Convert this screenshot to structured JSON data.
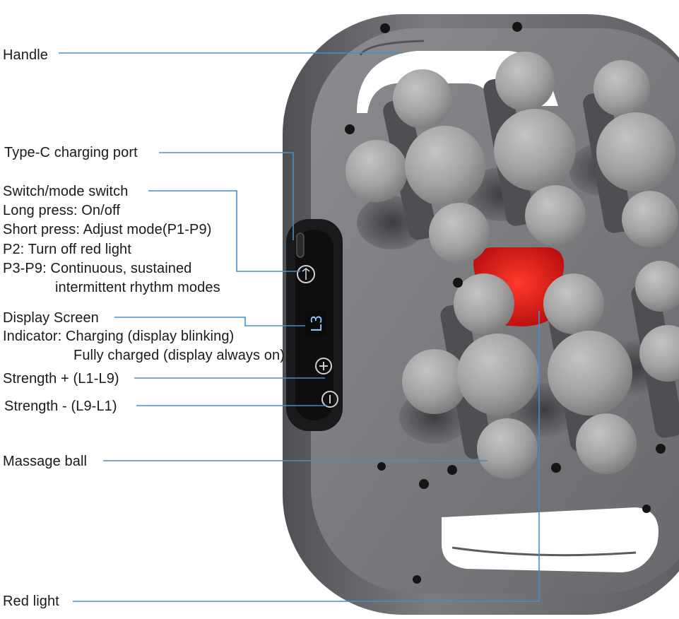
{
  "labels": {
    "handle": "Handle",
    "charging_port": "Type-C charging port",
    "switch_title": "Switch/mode switch",
    "long_press": "Long press: On/off",
    "short_press": "Short press: Adjust mode(P1-P9)",
    "p2": "P2: Turn off red light",
    "p3_p9": "P3-P9: Continuous, sustained",
    "p3_p9_cont": "intermittent rhythm modes",
    "display_screen": "Display Screen",
    "indicator": "Indicator: Charging (display blinking)",
    "fully_charged": "Fully charged (display always on)",
    "strength_plus": "Strength + (L1-L9)",
    "strength_minus": "Strength - (L9-L1)",
    "massage_ball": "Massage ball",
    "red_light": "Red light"
  },
  "display": {
    "reading": "L3"
  },
  "colors": {
    "leader_line": "#4a8cc4",
    "device_body": "#6e7073",
    "massage_ball": "#a6a6a6",
    "red_light": "#e01515",
    "control_panel": "#1a1a1c",
    "screen_digits": "#9ad0ff"
  },
  "icons": {
    "charging_port": "usb-c-port-icon",
    "mode_button": "mode-button-icon",
    "plus_button": "plus-icon",
    "minus_button": "minus-icon"
  }
}
